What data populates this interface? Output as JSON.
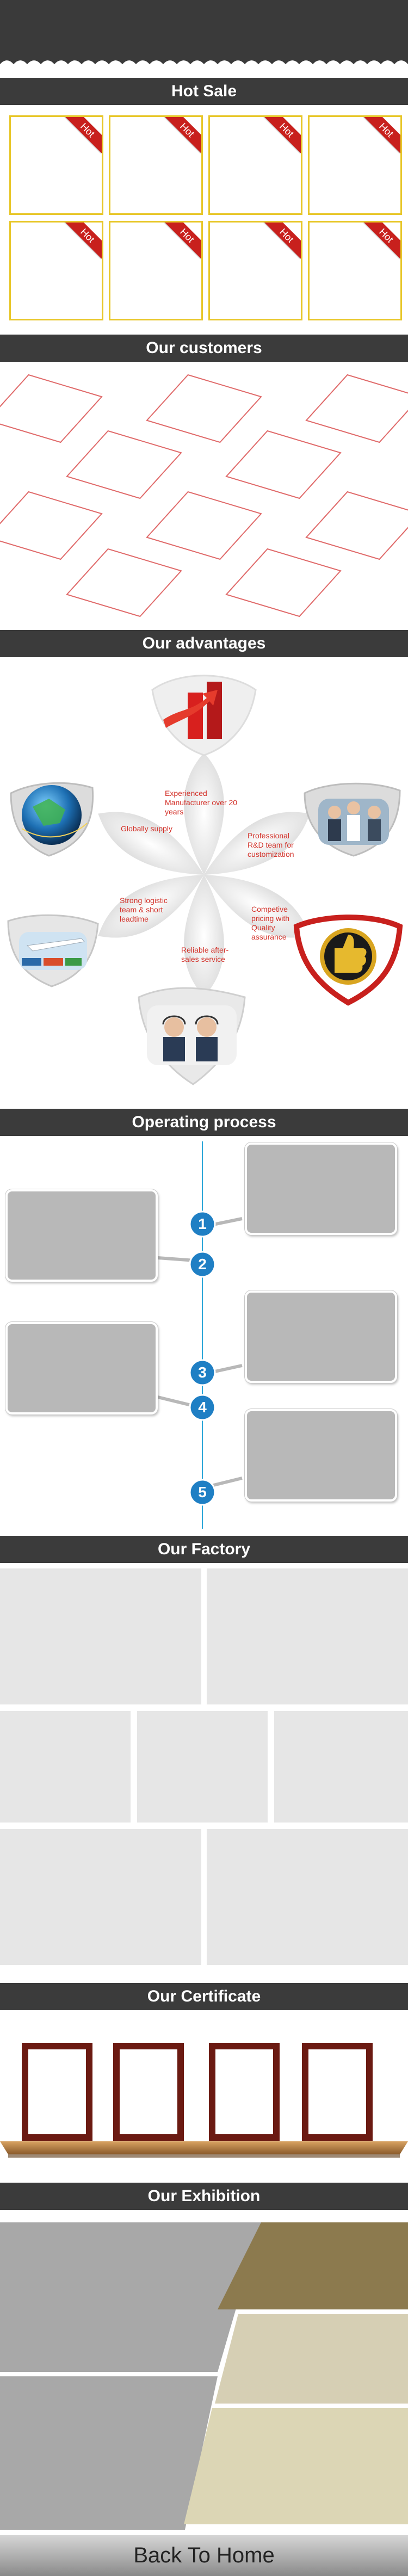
{
  "sections": {
    "hot_sale": "Hot Sale",
    "customers": "Our customers",
    "advantages": "Our advantages",
    "operating": "Operating process",
    "factory": "Our Factory",
    "certificate": "Our Certificate",
    "exhibition": "Our Exhibition"
  },
  "hot_sale": {
    "badge": "Hot",
    "count": 8
  },
  "advantages": {
    "items": [
      "Experienced Manufacturer over 20 years",
      "Professional R&D team for customization",
      "Competive pricing with Quality assurance",
      "Reliable after-sales service",
      "Strong logistic team & short leadtime",
      "Globally supply"
    ]
  },
  "operating": {
    "steps": [
      "1",
      "2",
      "3",
      "4",
      "5"
    ]
  },
  "footer": {
    "back_home": "Back To Home"
  },
  "colors": {
    "header_bar": "#3b3b3b",
    "hot_border": "#e8c72a",
    "hot_ribbon": "#c8201d",
    "customer_diamond": "#e06a6a",
    "process_line": "#2aa6d8",
    "advantage_text": "#d3322a"
  }
}
